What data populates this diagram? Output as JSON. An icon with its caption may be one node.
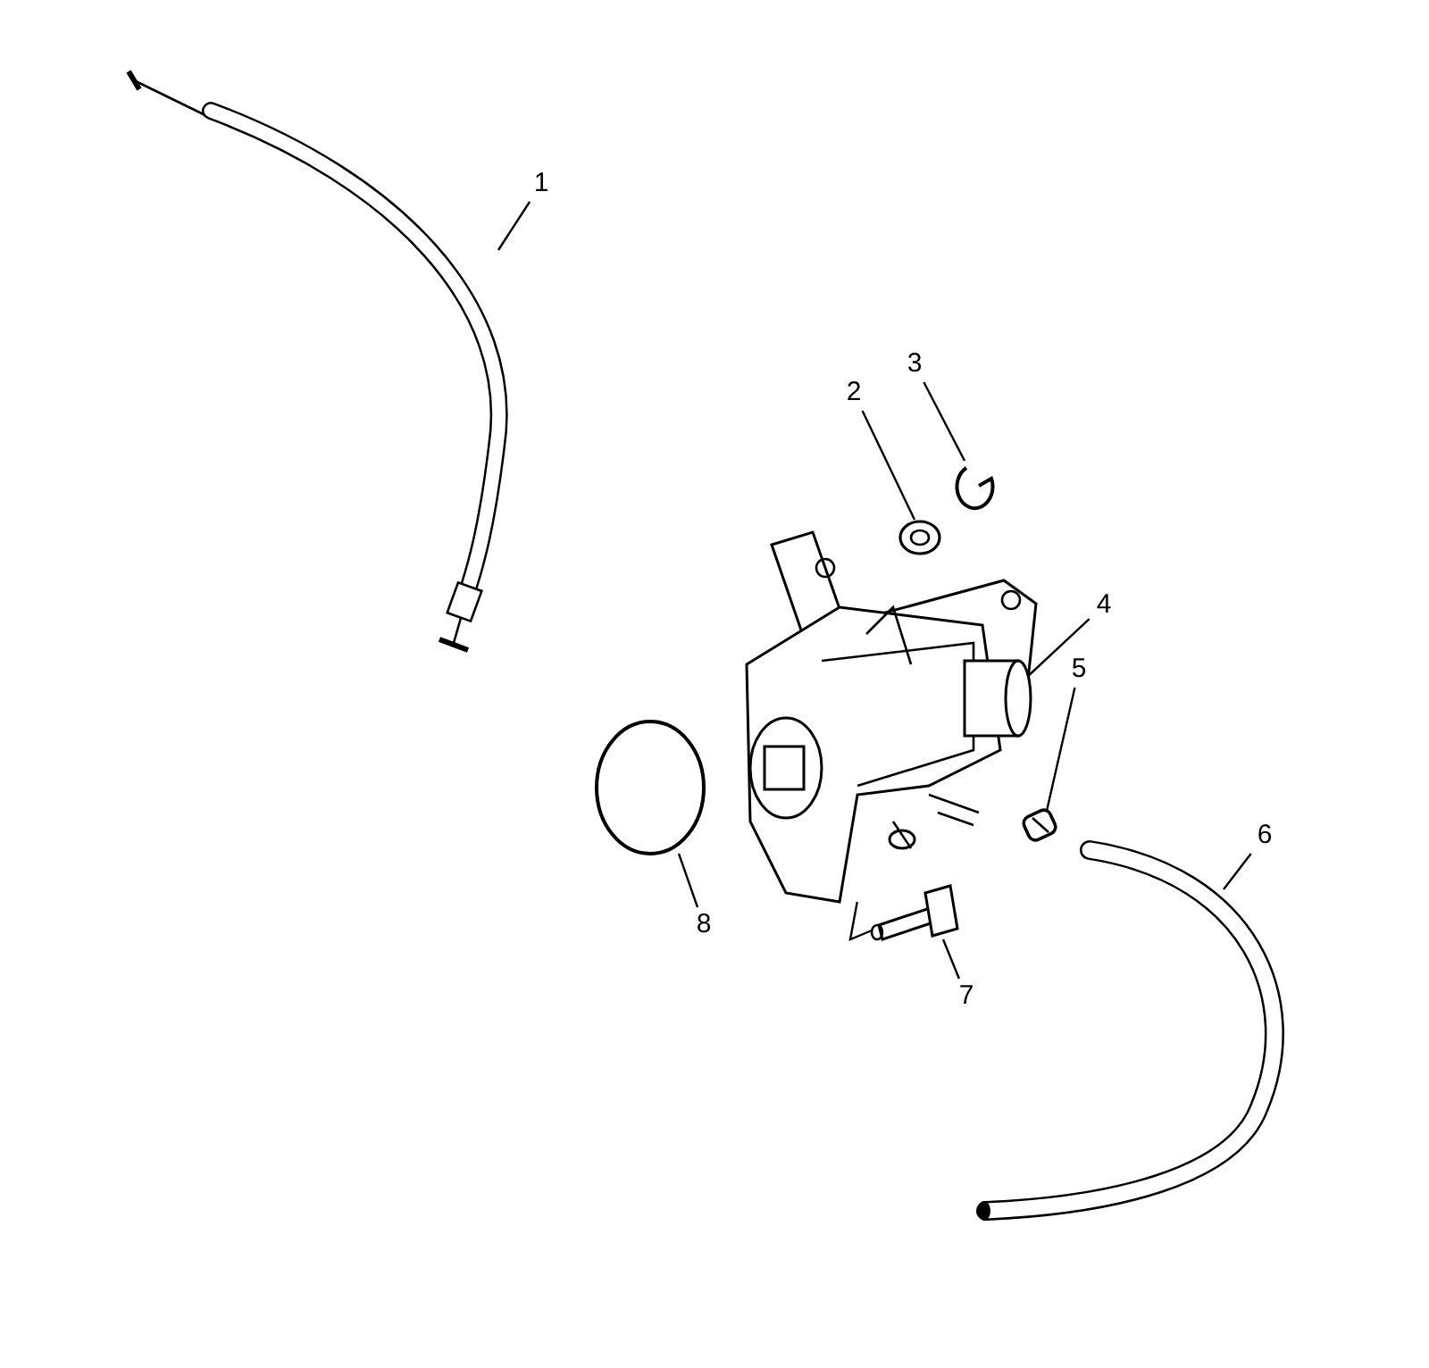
{
  "diagram": {
    "nodes": [
      {
        "text": [
          "1"
        ]
      },
      {
        "text": [
          "2"
        ]
      },
      {
        "text": [
          "3"
        ]
      },
      {
        "text": [
          "4"
        ]
      },
      {
        "text": [
          "5"
        ]
      },
      {
        "text": [
          "6"
        ]
      },
      {
        "text": [
          "7"
        ]
      },
      {
        "text": [
          "8"
        ]
      },
      {
        "text": [],
        "shape": "picture"
      },
      {
        "text": [],
        "shape": "picture"
      },
      {
        "text": [],
        "shape": "picture"
      },
      {
        "text": [],
        "shape": "picture"
      },
      {
        "text": [],
        "shape": "picture"
      },
      {
        "text": [],
        "shape": "picture"
      },
      {
        "text": [],
        "shape": "picture"
      },
      {
        "text": [],
        "shape": "circle"
      }
    ],
    "edges": [
      {
        "from": 0,
        "to": 8,
        "arrow": "none"
      },
      {
        "from": 1,
        "to": 9,
        "arrow": "none"
      },
      {
        "from": 2,
        "to": 10,
        "arrow": "none"
      },
      {
        "from": 3,
        "to": 11,
        "arrow": "none"
      },
      {
        "from": 4,
        "to": 12,
        "arrow": "none"
      },
      {
        "from": 5,
        "to": 13,
        "arrow": "none"
      },
      {
        "from": 6,
        "to": 14,
        "arrow": "none"
      },
      {
        "from": 7,
        "to": 15,
        "arrow": "none"
      },
      {
        "from": 14,
        "to": 11,
        "arrow": "none"
      }
    ]
  }
}
